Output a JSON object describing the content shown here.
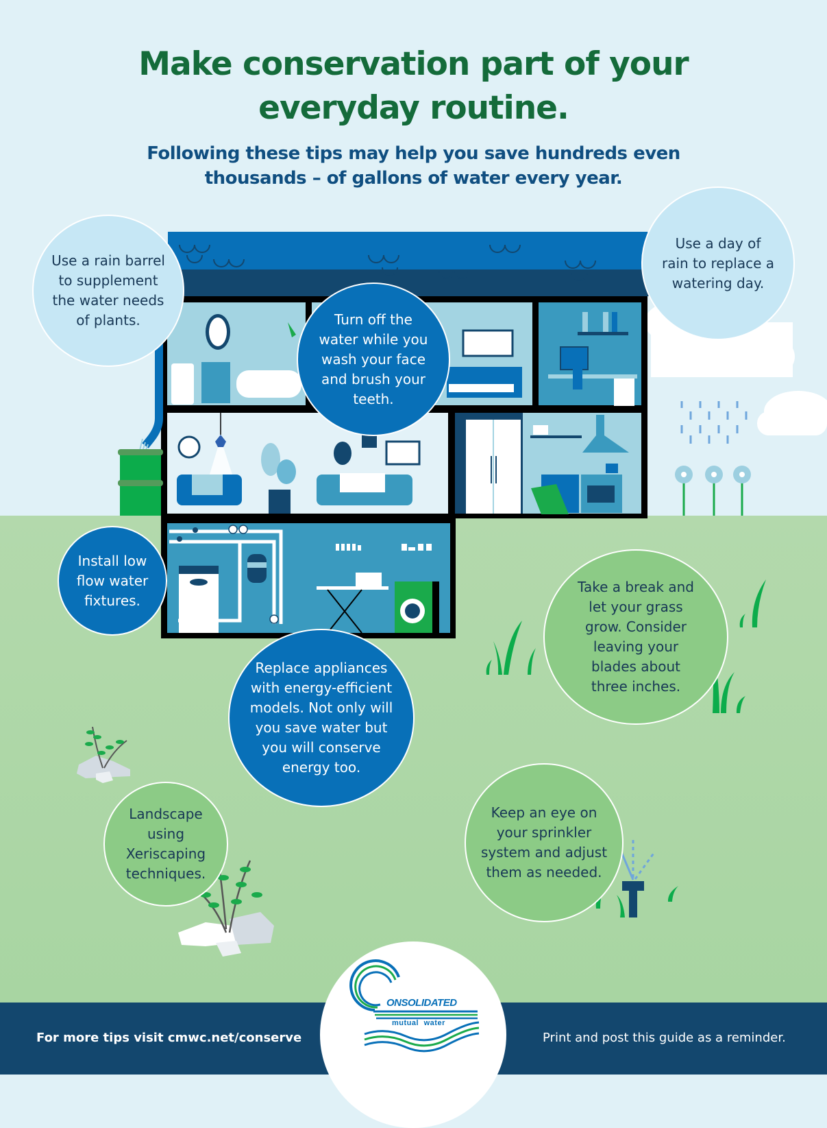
{
  "header": {
    "title": "Make conservation part of your everyday routine.",
    "subtitle": "Following these tips may help you save hundreds even thousands – of gallons of water every year."
  },
  "tips": [
    {
      "id": "rain-barrel",
      "text": "Use a rain barrel to supplement the water needs of plants.",
      "style": "light"
    },
    {
      "id": "rain-day",
      "text": "Use a day of rain to replace a watering day.",
      "style": "light"
    },
    {
      "id": "turn-off-water",
      "text": "Turn off the water while you wash your face and brush your teeth.",
      "style": "blue"
    },
    {
      "id": "low-flow",
      "text": "Install low flow water fixtures.",
      "style": "blue"
    },
    {
      "id": "replace-appliances",
      "text": "Replace appliances with energy-efficient models. Not only will you save water but you will conserve energy too.",
      "style": "blue"
    },
    {
      "id": "grass",
      "text": "Take a break and let your grass grow. Consider leaving your blades about three inches.",
      "style": "green"
    },
    {
      "id": "xeriscaping",
      "text": "Landscape using Xeriscaping techniques.",
      "style": "green"
    },
    {
      "id": "sprinkler",
      "text": "Keep an eye on your sprinkler system and adjust them as needed.",
      "style": "green"
    }
  ],
  "footer": {
    "left_text": "For more tips visit cmwc.net/conserve",
    "right_text": "Print and post this guide as a reminder.",
    "logo": {
      "line1": "ONSOLIDATED",
      "initial": "C",
      "line2": "mutual water"
    }
  },
  "colors": {
    "title_green": "#146b3a",
    "subtitle_blue": "#0f4e80",
    "sky": "#e0f1f7",
    "ground": "#b3d9ac",
    "footer_navy": "#13476e",
    "roof_blue": "#0870b8",
    "bubble_light": "#c6e7f5",
    "bubble_blue": "#0870b8",
    "bubble_green": "#8ccb86"
  }
}
